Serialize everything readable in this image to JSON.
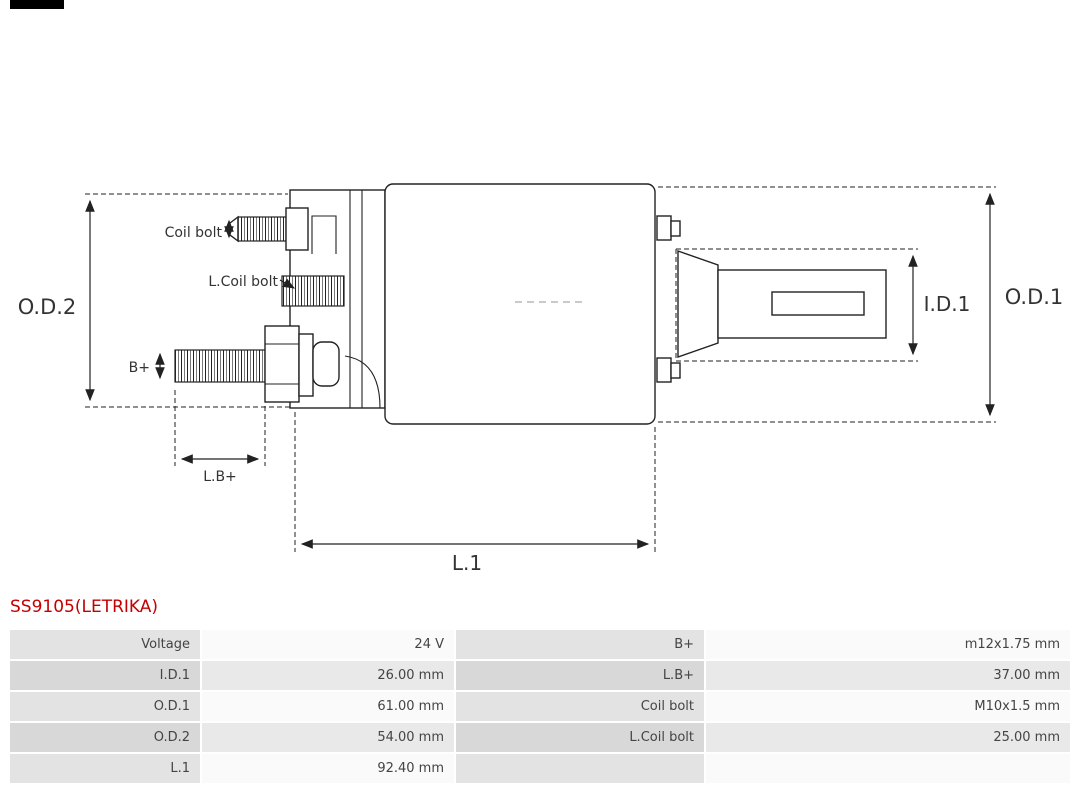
{
  "title": "SS9105(LETRIKA)",
  "title_color": "#c40000",
  "diagram": {
    "od2": "O.D.2",
    "od1": "O.D.1",
    "id1": "I.D.1",
    "l1": "L.1",
    "lb": "L.B+",
    "bplus": "B+",
    "coil_bolt": "Coil bolt",
    "l_coil_bolt": "L.Coil bolt"
  },
  "table": {
    "rows": [
      [
        "Voltage",
        "24 V",
        "B+",
        "m12x1.75 mm"
      ],
      [
        "I.D.1",
        "26.00 mm",
        "L.B+",
        "37.00 mm"
      ],
      [
        "O.D.1",
        "61.00 mm",
        "Coil bolt",
        "M10x1.5 mm"
      ],
      [
        "O.D.2",
        "54.00 mm",
        "L.Coil bolt",
        "25.00 mm"
      ],
      [
        "L.1",
        "92.40 mm",
        "",
        ""
      ]
    ]
  }
}
